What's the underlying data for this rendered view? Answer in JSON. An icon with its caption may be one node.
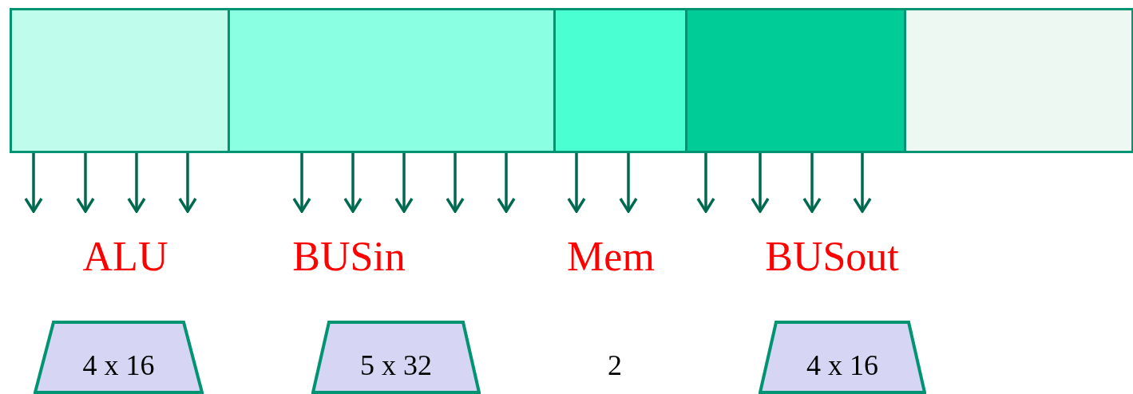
{
  "diagram": {
    "nodes": [
      {
        "text": [],
        "shape": "box"
      },
      {
        "text": [],
        "shape": "box"
      },
      {
        "text": [],
        "shape": "box"
      },
      {
        "text": [],
        "shape": "box"
      },
      {
        "text": [],
        "shape": "box"
      },
      {
        "text": [
          "4 x 16"
        ]
      },
      {
        "text": [
          "5 x 32"
        ]
      },
      {
        "text": [
          "4 x 16"
        ]
      }
    ],
    "edges": [
      {
        "from": 0,
        "to": null,
        "arrow": "to"
      },
      {
        "from": 0,
        "to": null,
        "arrow": "to"
      },
      {
        "from": 0,
        "to": null,
        "arrow": "to"
      },
      {
        "from": 0,
        "to": null,
        "arrow": "to"
      },
      {
        "from": 1,
        "to": null,
        "arrow": "to"
      },
      {
        "from": 1,
        "to": null,
        "arrow": "to"
      },
      {
        "from": 1,
        "to": null,
        "arrow": "to"
      },
      {
        "from": 1,
        "to": null,
        "arrow": "to"
      },
      {
        "from": 1,
        "to": null,
        "arrow": "to"
      },
      {
        "from": 2,
        "to": null,
        "arrow": "to"
      },
      {
        "from": 2,
        "to": null,
        "arrow": "to"
      },
      {
        "from": 3,
        "to": null,
        "arrow": "to"
      },
      {
        "from": 3,
        "to": null,
        "arrow": "to"
      },
      {
        "from": 3,
        "to": null,
        "arrow": "to"
      },
      {
        "from": 3,
        "to": null,
        "arrow": "to"
      }
    ],
    "labels": [
      "ALU",
      "BUSin",
      "Mem",
      "BUSout",
      "2"
    ]
  }
}
